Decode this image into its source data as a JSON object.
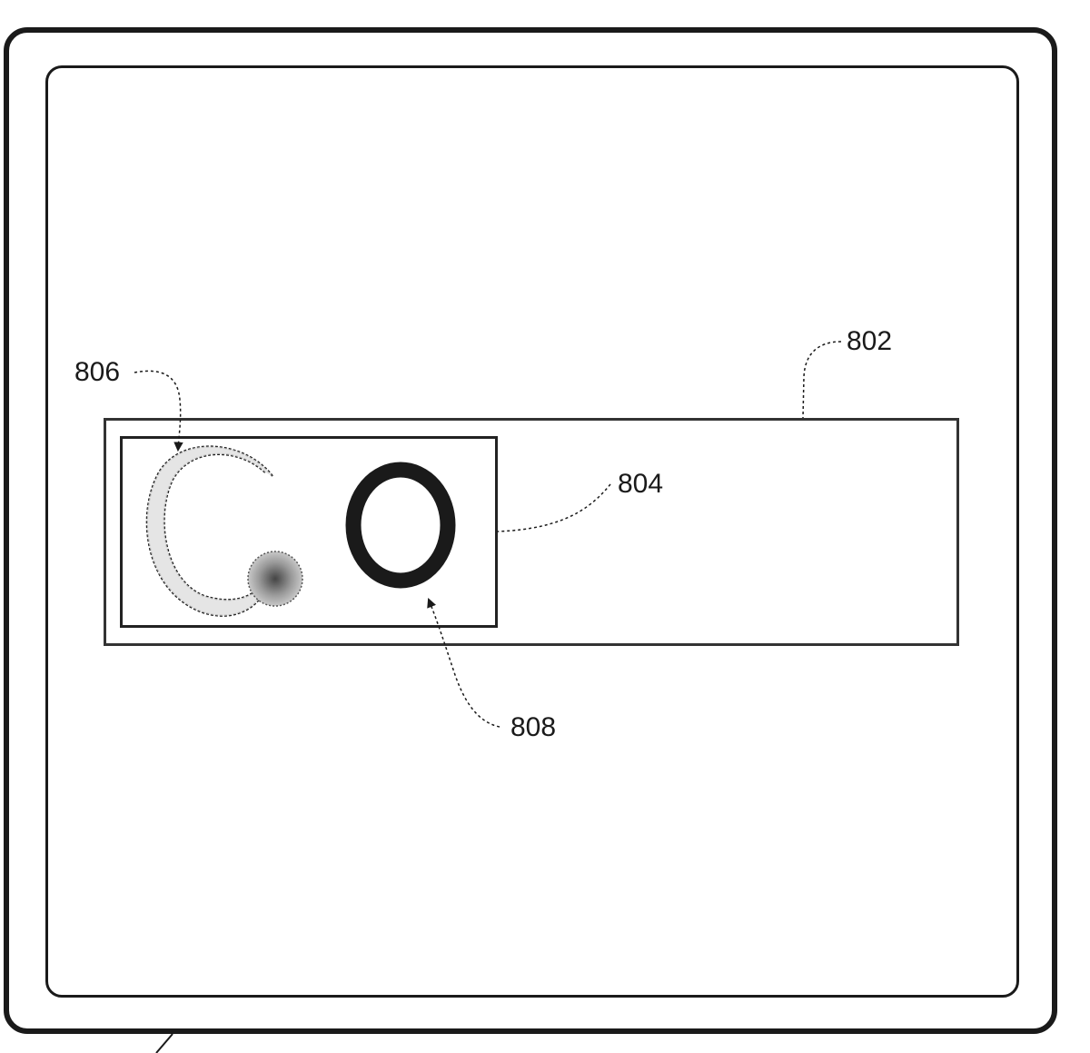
{
  "figure": {
    "type": "patent-drawing",
    "description": "Device display showing a search/input bar with an animated microphone-style arc icon and a letter glyph",
    "labels": {
      "device_frame": "",
      "search_bar": "802",
      "icon_region": "804",
      "animated_icon": "806",
      "glyph": "808"
    },
    "glyph_text": "O",
    "colors": {
      "line": "#1a1a1a",
      "arc_fill": "#d9d9d9",
      "dot_center": "#444444",
      "dot_edge": "#bdbdbd",
      "background": "#ffffff"
    }
  }
}
